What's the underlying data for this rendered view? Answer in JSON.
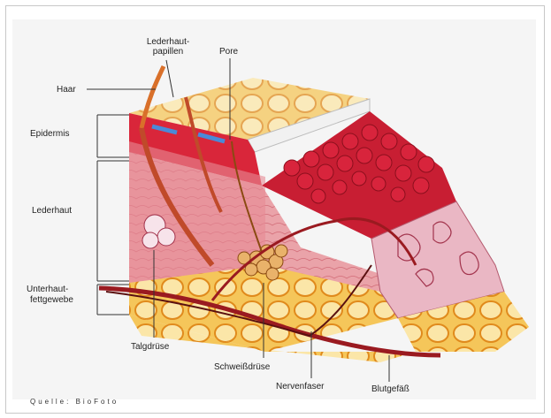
{
  "labels": {
    "haar": "Haar",
    "epidermis": "Epidermis",
    "lederhaut": "Lederhaut",
    "unterhaut_line1": "Unterhaut-",
    "unterhaut_line2": "fettgewebe",
    "lederhautpapillen_line1": "Lederhaut-",
    "lederhautpapillen_line2": "papillen",
    "pore": "Pore",
    "talgdruese": "Talgdrüse",
    "schweissdruese": "Schweißdrüse",
    "nervenfaser": "Nervenfaser",
    "blutgefaess": "Blutgefäß"
  },
  "source": "Quelle: BioFoto",
  "colors": {
    "epidermis": "#d9263a",
    "dermis": "#e9a0a6",
    "fat": "#f2b23a",
    "fat_light": "#f8dc8c",
    "vessel": "#9a1a20",
    "nerve": "#5a1010",
    "sweat_pore": "#4a8ad8"
  }
}
